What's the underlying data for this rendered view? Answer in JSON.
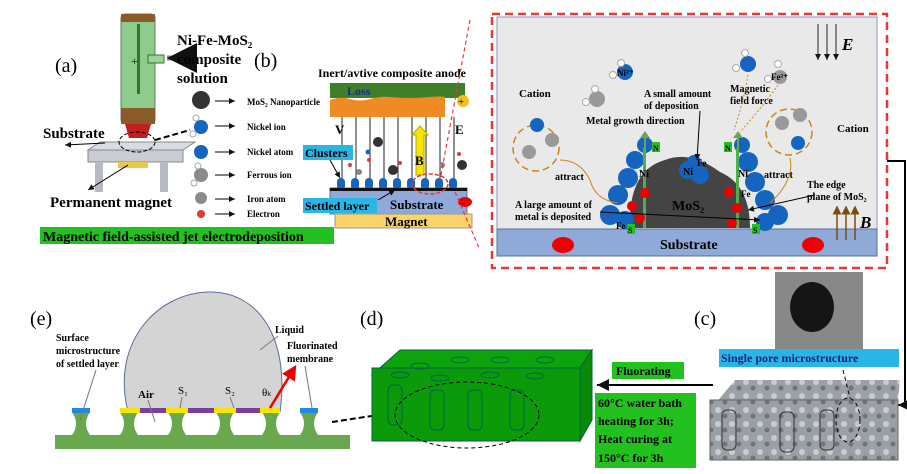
{
  "panel_a": {
    "label": "(a)",
    "solution_line1": "Ni-Fe-MoS₂",
    "solution_line2": "composite",
    "solution_line3": "solution",
    "substrate": "Substrate",
    "magnet": "Permanent magnet",
    "banner": "Magnetic field-assisted jet electrodeposition",
    "legend": [
      {
        "label": "MoS₂ Nanoparticle",
        "color": "#333333"
      },
      {
        "label": "Nickel ion",
        "color": "#1565c0"
      },
      {
        "label": "Nickel atom",
        "color": "#1565c0"
      },
      {
        "label": "Ferrous ion",
        "color": "#8a8a8a"
      },
      {
        "label": "Iron atom",
        "color": "#8a8a8a"
      },
      {
        "label": "Electron",
        "color": "#e53935"
      }
    ]
  },
  "panel_b": {
    "label": "(b)",
    "anode": "Inert/avtive composite anode",
    "loss": "Loss",
    "plus": "+",
    "v": "V",
    "e": "E",
    "b": "B",
    "clusters": "Clusters",
    "settled": "Settled layer",
    "substrate": "Substrate",
    "minus": "-",
    "magnet": "Magnet"
  },
  "detail": {
    "e_field": "E",
    "b_field": "B",
    "ni_ion": "Ni²⁺",
    "fe_ion": "Fe²⁺",
    "cation_left": "Cation",
    "cation_right": "Cation",
    "small_dep_1": "A small amount",
    "small_dep_2": "of deposition",
    "magnetic_1": "Magnetic",
    "magnetic_2": "field force",
    "growth": "Metal growth direction",
    "attract_left": "attract",
    "attract_right": "attract",
    "large_1": "A large amount of",
    "large_2": "metal is deposited",
    "edge_1": "The edge",
    "edge_2": "plane of MoS₂",
    "mos2": "MoS₂",
    "ni": "Ni",
    "fe": "Fe",
    "n": "N",
    "s": "S",
    "substrate": "Substrate"
  },
  "panel_e": {
    "label": "(e)",
    "surface_1": "Surface",
    "surface_2": "microstructure",
    "surface_3": "of settled layer",
    "liquid": "Liquid",
    "fluor_1": "Fluorinated",
    "fluor_2": "membrane",
    "air": "Air",
    "s1": "S₁",
    "s2": "S₂",
    "theta": "θₖ"
  },
  "panel_d": {
    "label": "(d)"
  },
  "process": {
    "fluorating": "Fluorating",
    "cond_1": "60°C water bath",
    "cond_2": "heating for 3h;",
    "cond_3": "Heat curing at",
    "cond_4": "150°C for 3h"
  },
  "panel_c": {
    "label": "(c)",
    "single_pore": "Single pore microstructure"
  },
  "colors": {
    "banner_green": "#22c11f",
    "label_cyan": "#29b6e6",
    "dashed_red": "#e53935",
    "nickel_blue": "#1565c0",
    "deposit_green": "#1fa11f",
    "substrate_blue": "#8fa9d9"
  }
}
